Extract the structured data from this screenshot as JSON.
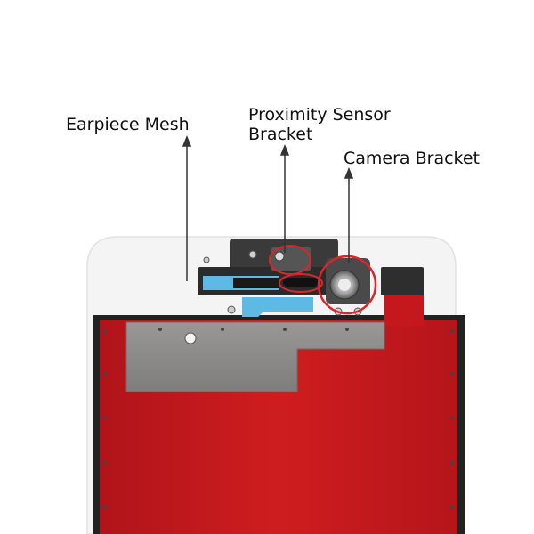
{
  "callouts": {
    "earpiece_mesh": "Earpiece Mesh",
    "proximity_line1": "Proximity Sensor",
    "proximity_line2": "Bracket",
    "camera_bracket": "Camera Bracket"
  },
  "colors": {
    "frame": "#f4f4f4",
    "lcd_red": "#c4181c",
    "shield_gray": "#8f8d8b",
    "bracket_black": "#2b2b2b",
    "mesh_blue": "#5fb9e5",
    "highlight_circle": "#d8262a"
  }
}
